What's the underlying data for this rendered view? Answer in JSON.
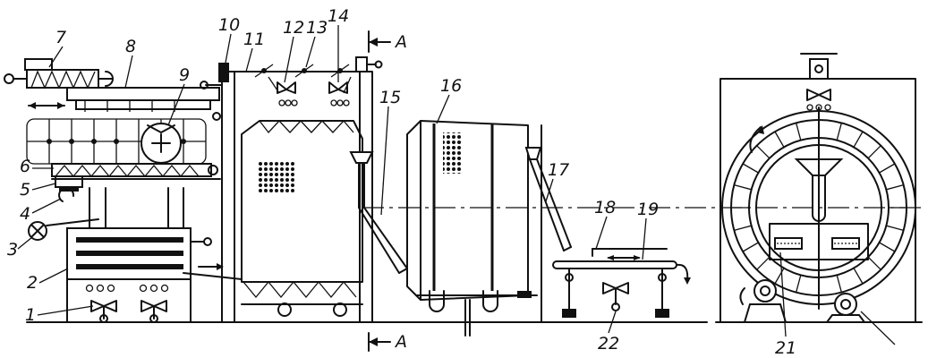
{
  "labels": {
    "n1": "1",
    "n2": "2",
    "n3": "3",
    "n4": "4",
    "n5": "5",
    "n6": "6",
    "n7": "7",
    "n8": "8",
    "n9": "9",
    "n10": "10",
    "n11": "11",
    "n12": "12",
    "n13": "13",
    "n14": "14",
    "n15": "15",
    "n16": "16",
    "n17": "17",
    "n18": "18",
    "n19": "19",
    "n21": "21",
    "n22": "22"
  },
  "section_marks": {
    "top": "A",
    "bottom": "A"
  }
}
